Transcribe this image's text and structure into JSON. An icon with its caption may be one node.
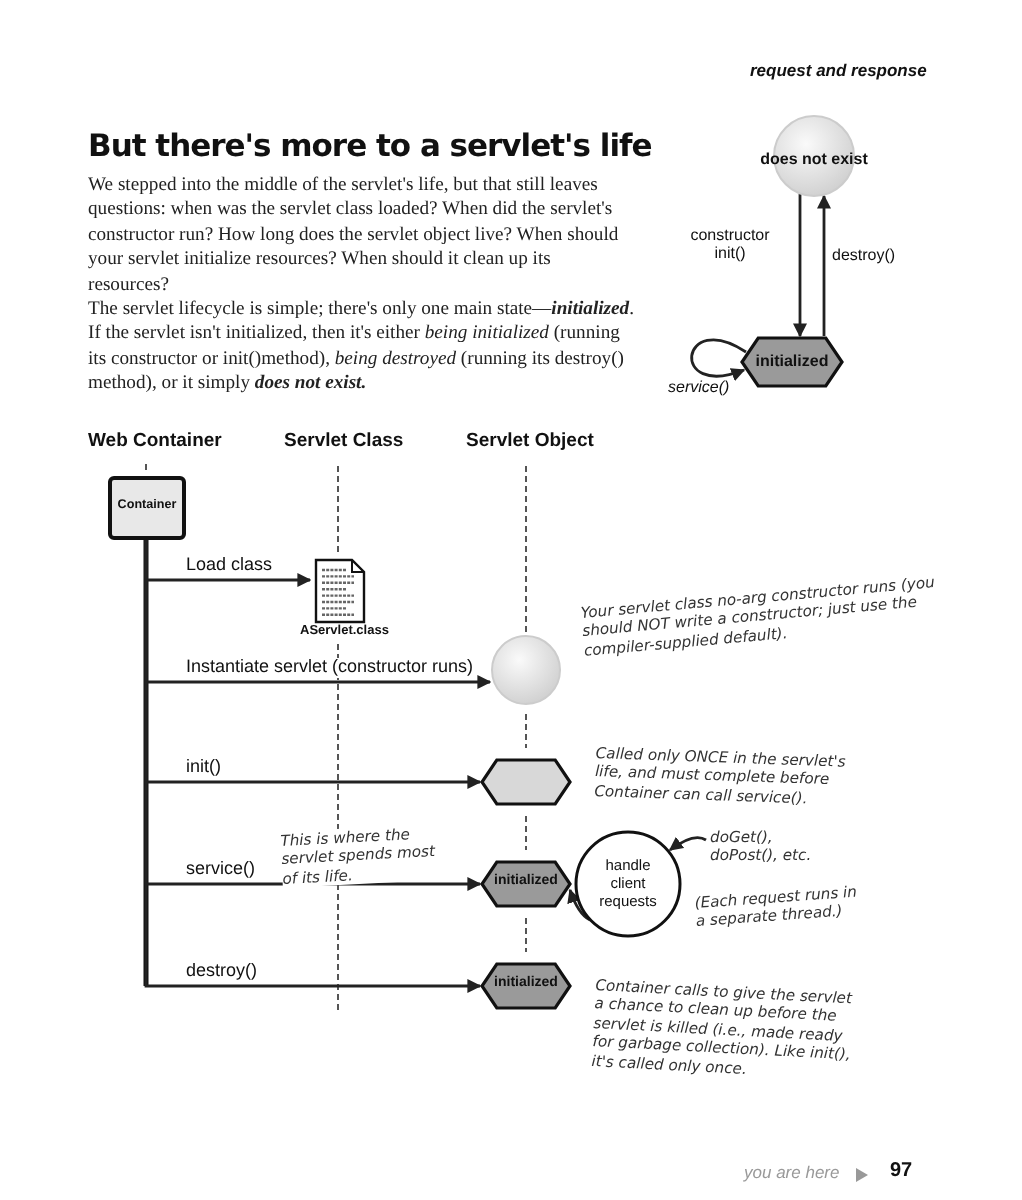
{
  "diagram": {
    "title": "But there's more to a servlet's life",
    "nodes": [
      {
        "text": [
          "does not exist"
        ]
      },
      {
        "text": [
          "initialized"
        ]
      },
      {
        "text": [
          "Container"
        ]
      },
      {
        "text": [
          "AServlet.class"
        ]
      },
      {
        "text": [],
        "shape": "circle"
      },
      {
        "text": [],
        "shape": "hexagon"
      },
      {
        "text": [
          "initialized"
        ]
      },
      {
        "text": [
          "handle client requests"
        ]
      },
      {
        "text": [
          "initialized"
        ]
      },
      {
        "text": [
          "doGet(), doPost(), etc."
        ]
      }
    ],
    "edges": [
      {
        "from": 0,
        "to": 1,
        "arrow": "to",
        "label": "constructor init()"
      },
      {
        "from": 1,
        "to": 0,
        "arrow": "to",
        "label": "destroy()"
      },
      {
        "from": 1,
        "to": 1,
        "arrow": "to",
        "label": "service()"
      },
      {
        "from": 2,
        "to": 3,
        "arrow": "to",
        "label": "Load class"
      },
      {
        "from": 2,
        "to": 4,
        "arrow": "to",
        "label": "Instantiate servlet (constructor runs)"
      },
      {
        "from": 2,
        "to": 5,
        "arrow": "to",
        "label": "init()"
      },
      {
        "from": 2,
        "to": 6,
        "arrow": "to",
        "label": "service()"
      },
      {
        "from": 2,
        "to": 8,
        "arrow": "to",
        "label": "destroy()"
      },
      {
        "from": 7,
        "to": 6,
        "arrow": "to"
      },
      {
        "from": 9,
        "to": 7,
        "arrow": "to"
      }
    ],
    "labels": [
      "request and response",
      "We stepped into the middle of the servlet's life, but that still leaves questions: when was the servlet class loaded? When did the servlet's constructor run? How long does the servlet object live? When should your servlet initialize resources? When should it clean up its resources?",
      "The servlet lifecycle is simple; there's only one main state—**initialized**. If the servlet isn't initialized, then it's either *being initialized* (running its constructor or init()method), *being destroyed* (running its destroy() method), or it simply **does not exist.**",
      "Web Container",
      "Servlet Class",
      "Servlet Object",
      "Your servlet class no-arg constructor runs (you should NOT write a constructor; just use the compiler-supplied default).",
      "Called only ONCE in the servlet's life, and must complete before Container can call service().",
      "This is where the servlet spends most of its life.",
      "(Each request runs in a separate thread.)",
      "Container calls to give the servlet a chance to clean up before the servlet is killed (i.e., made ready for garbage collection). Like init(), it's called only once.",
      "you are here",
      "97"
    ]
  }
}
